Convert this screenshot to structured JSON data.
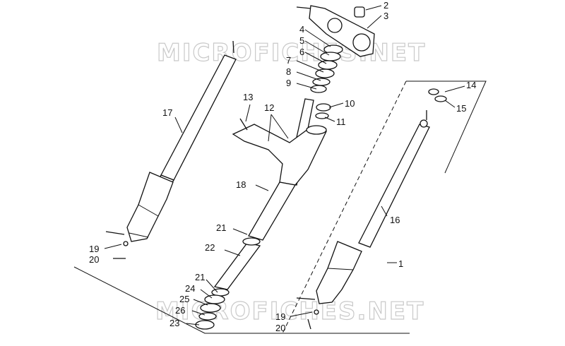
{
  "watermark": "MICROFICHES.NET",
  "labels": {
    "l1": "1",
    "l2": "2",
    "l3": "3",
    "l4": "4",
    "l5": "5",
    "l6": "6",
    "l7": "7",
    "l8": "8",
    "l9": "9",
    "l10": "10",
    "l11": "11",
    "l12": "12",
    "l13": "13",
    "l14": "14",
    "l15": "15",
    "l16": "16",
    "l17": "17",
    "l18": "18",
    "l19a": "19",
    "l20a": "20",
    "l19b": "19",
    "l20b": "20",
    "l21a": "21",
    "l22": "22",
    "l21b": "21",
    "l24": "24",
    "l25": "25",
    "l26": "26",
    "l23": "23"
  }
}
